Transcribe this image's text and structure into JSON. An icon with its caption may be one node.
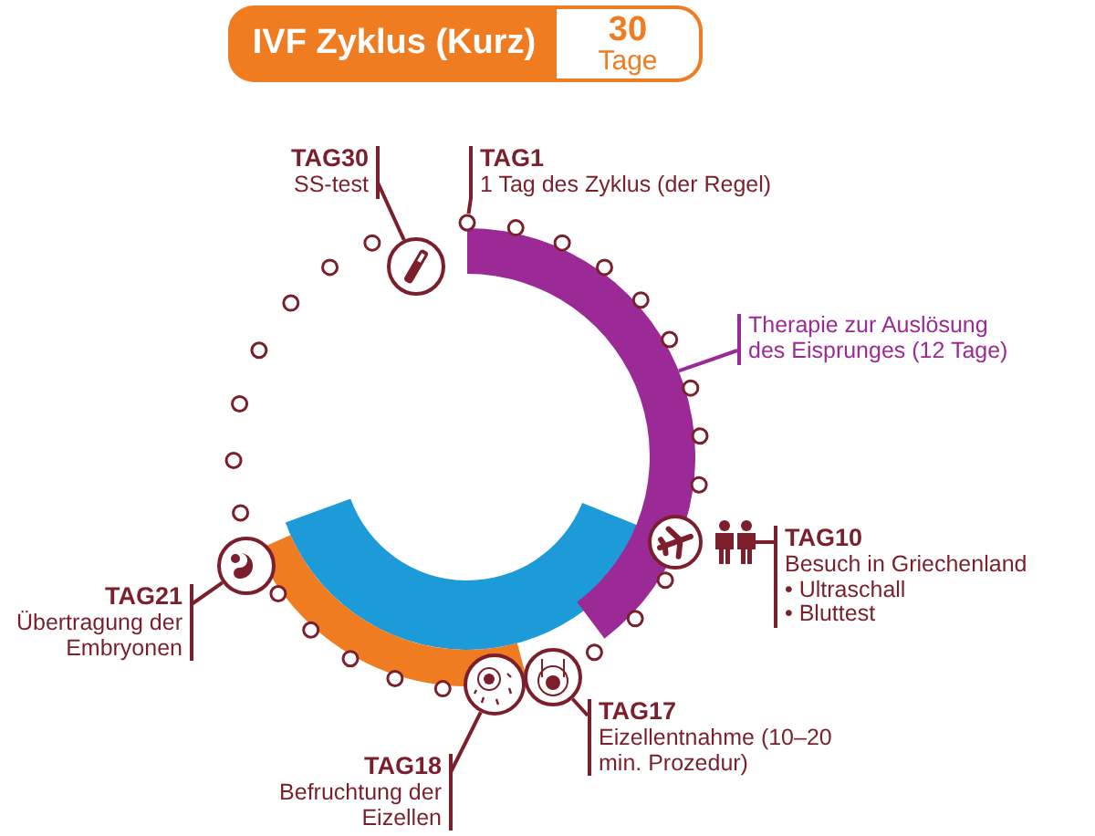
{
  "diagram": {
    "nodes": [
      {
        "text": [
          "IVF Zyklus (Kurz)"
        ]
      },
      {
        "text": [
          "30",
          "Tage"
        ]
      },
      {
        "text": [
          "TAG30",
          "SS-test"
        ]
      },
      {
        "text": [],
        "shape": "picture"
      },
      {
        "text": [
          "TAG1",
          "1 Tag des Zyklus (der Regel)"
        ]
      },
      {
        "text": [],
        "shape": "circle"
      },
      {
        "text": [
          "Therapie zur Auslösung des Eisprunges (12 Tage)"
        ]
      },
      {
        "text": [],
        "shape": "bar"
      },
      {
        "text": [
          "TAG10",
          "Besuch in Griechenland",
          "• Ultraschall",
          "• Bluttest"
        ]
      },
      {
        "text": [],
        "shape": "picture"
      },
      {
        "text": [],
        "shape": "picture"
      },
      {
        "text": [
          "TAG17",
          "Eizellentnahme (10–20 min. Prozedur)"
        ]
      },
      {
        "text": [],
        "shape": "picture"
      },
      {
        "text": [
          "TAG18",
          "Befruchtung der Eizellen"
        ]
      },
      {
        "text": [],
        "shape": "picture"
      },
      {
        "text": [
          "TAG21",
          "Übertragung der Embryonen"
        ]
      },
      {
        "text": [],
        "shape": "picture"
      }
    ],
    "edges": [
      {
        "from": 2,
        "to": 3,
        "arrow": "none"
      },
      {
        "from": 4,
        "to": 5,
        "arrow": "none"
      },
      {
        "from": 6,
        "to": 7,
        "arrow": "none",
        "color": "#9c2a96"
      },
      {
        "from": 8,
        "to": 9,
        "arrow": "none"
      },
      {
        "from": 11,
        "to": 12,
        "arrow": "none"
      },
      {
        "from": 13,
        "to": 14,
        "arrow": "none"
      },
      {
        "from": 15,
        "to": 16,
        "arrow": "none"
      }
    ]
  }
}
